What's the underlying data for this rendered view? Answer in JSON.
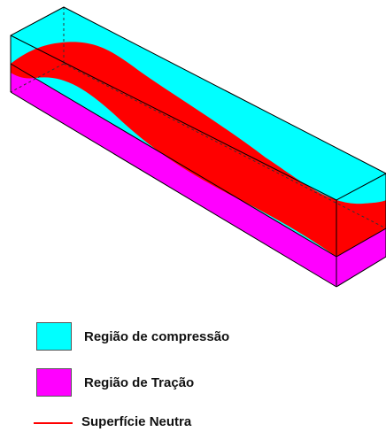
{
  "colors": {
    "compression": "#00ffff",
    "tension": "#ff00ff",
    "neutral": "#ff0000",
    "edge": "#000000",
    "dash": "#333333"
  },
  "legend": {
    "items": [
      {
        "label": "Região de compressão",
        "swatch": "cyan-square"
      },
      {
        "label": "Região de Tração",
        "swatch": "magenta-square"
      },
      {
        "label": "Superfície Neutra",
        "swatch": "red-line"
      }
    ]
  }
}
